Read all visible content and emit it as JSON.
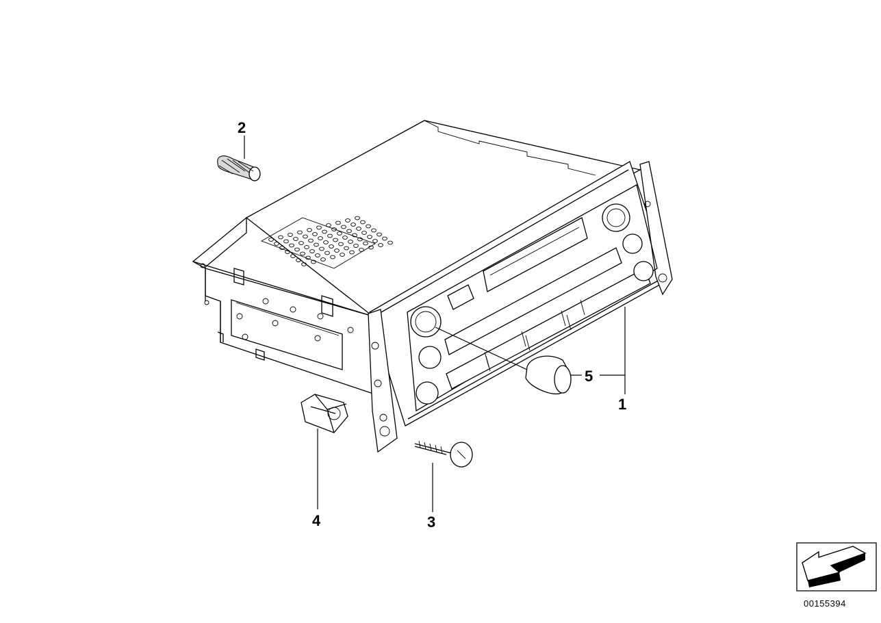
{
  "diagram": {
    "callouts": [
      {
        "id": "1",
        "label": "1"
      },
      {
        "id": "2",
        "label": "2"
      },
      {
        "id": "3",
        "label": "3"
      },
      {
        "id": "4",
        "label": "4"
      },
      {
        "id": "5",
        "label": "5"
      }
    ],
    "reference_number": "00155394",
    "icon": "direction-arrow-icon"
  }
}
